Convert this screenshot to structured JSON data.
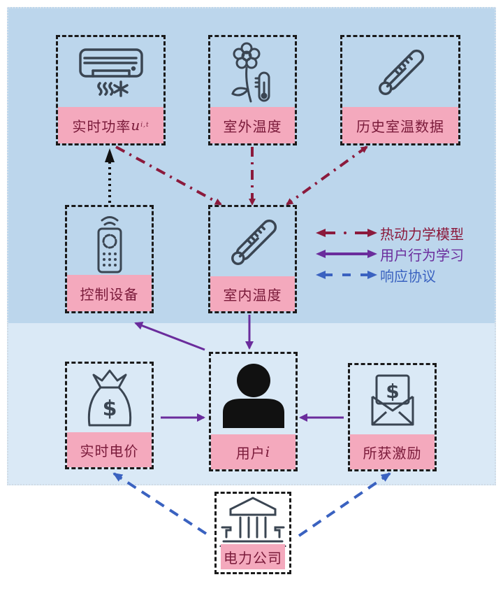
{
  "diagram": {
    "nodes": {
      "realtime_power": {
        "label": "实时功率",
        "math_var": "u",
        "math_sub": "i,t",
        "icon": "air-conditioner-icon"
      },
      "outdoor_temp": {
        "label": "室外温度",
        "icon": "flower-thermometer-icon"
      },
      "history_temp": {
        "label": "历史室温数据",
        "icon": "thermometer-icon"
      },
      "control_device": {
        "label": "控制设备",
        "icon": "remote-control-icon"
      },
      "indoor_temp": {
        "label": "室内温度",
        "icon": "thermometer-icon"
      },
      "realtime_price": {
        "label": "实时电价",
        "icon": "money-bag-icon"
      },
      "user": {
        "label": "用户",
        "math_var": "i",
        "icon": "user-icon"
      },
      "incentive": {
        "label": "所获激励",
        "icon": "money-envelope-icon"
      },
      "utility": {
        "label": "电力公司",
        "icon": "bank-building-icon"
      }
    },
    "legend": [
      {
        "label": "热动力学模型",
        "style": "dash-dot",
        "color": "#8b1a3c"
      },
      {
        "label": "用户行为学习",
        "style": "solid",
        "color": "#6a2c9c"
      },
      {
        "label": "响应协议",
        "style": "dashed",
        "color": "#3a62c0"
      }
    ],
    "edges": [
      {
        "from": "realtime_power",
        "to": "indoor_temp",
        "type": "thermo"
      },
      {
        "from": "outdoor_temp",
        "to": "indoor_temp",
        "type": "thermo"
      },
      {
        "from": "history_temp",
        "to": "indoor_temp",
        "type": "thermo-bidirectional"
      },
      {
        "from": "control_device",
        "to": "realtime_power",
        "type": "control-dotted"
      },
      {
        "from": "indoor_temp",
        "to": "user",
        "type": "behavior"
      },
      {
        "from": "user",
        "to": "control_device",
        "type": "behavior"
      },
      {
        "from": "realtime_price",
        "to": "user",
        "type": "behavior"
      },
      {
        "from": "incentive",
        "to": "user",
        "type": "behavior"
      },
      {
        "from": "utility",
        "to": "realtime_price",
        "type": "response"
      },
      {
        "from": "utility",
        "to": "incentive",
        "type": "response"
      }
    ],
    "colors": {
      "thermo": "#8b1a3c",
      "behavior": "#6a2c9c",
      "response": "#3a62c0",
      "control": "#111111",
      "label_bg": "#f4a9bd",
      "panel_top": "#bcd6ec",
      "panel_bottom": "#dae9f6"
    }
  }
}
